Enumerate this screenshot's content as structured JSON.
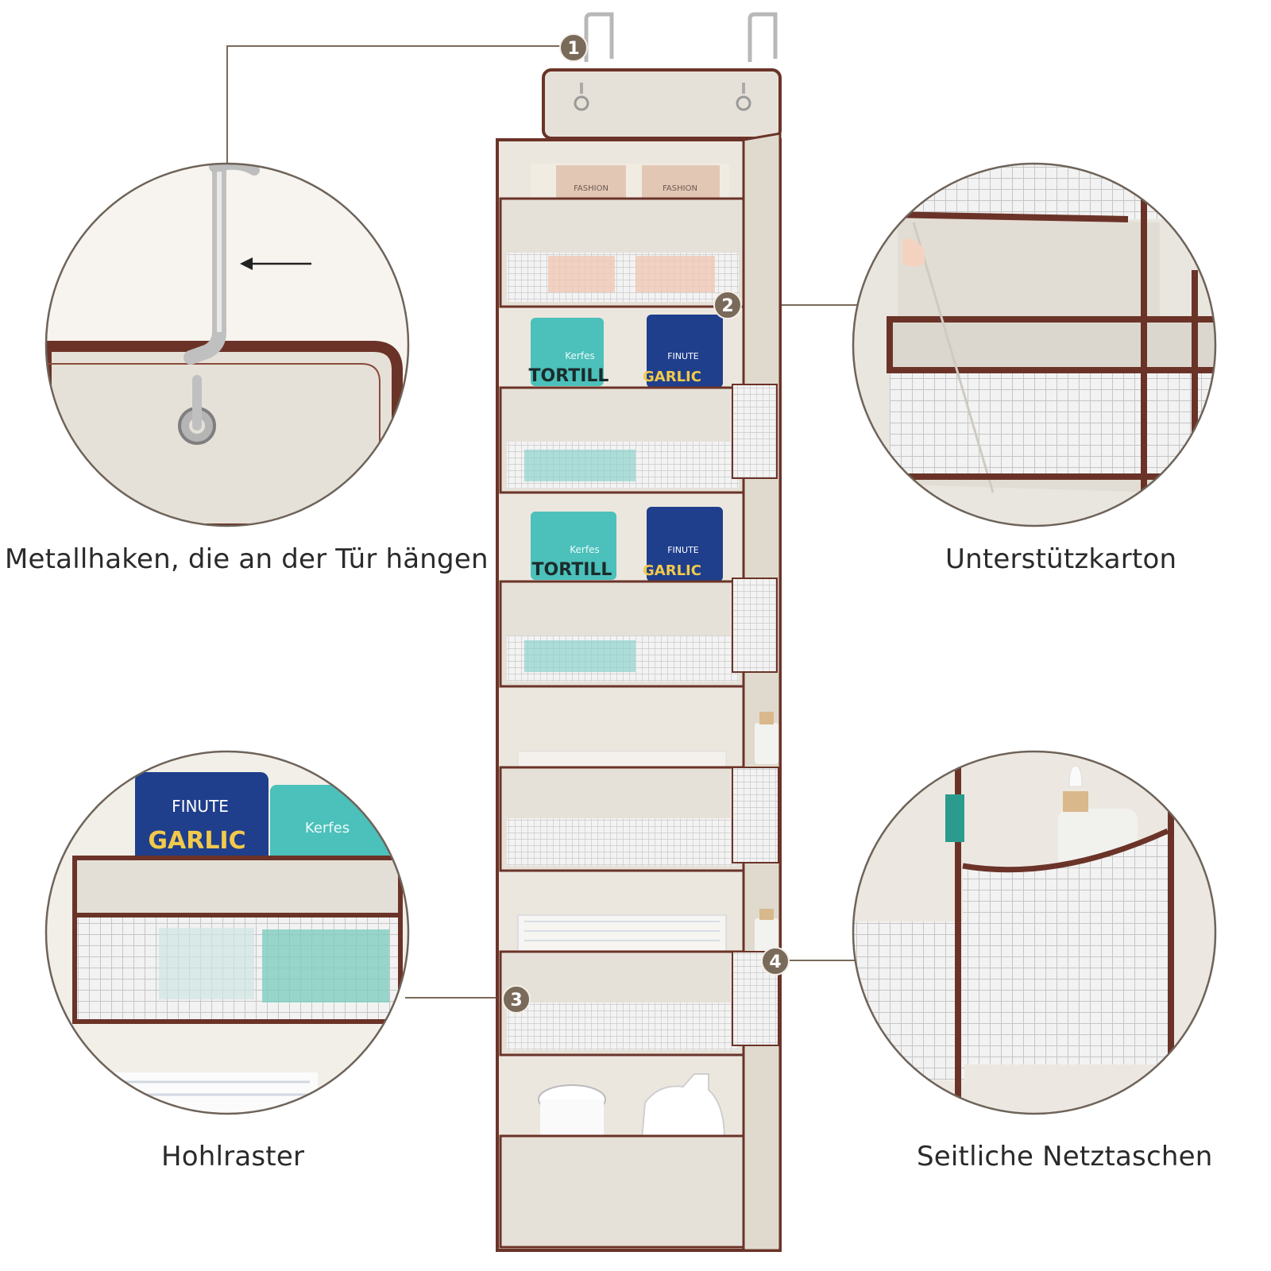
{
  "callouts": [
    {
      "number": "1",
      "caption": "Metallhaken, die an der Tür hängen"
    },
    {
      "number": "2",
      "caption": "Unterstützkarton"
    },
    {
      "number": "3",
      "caption": "Hohlraster"
    },
    {
      "number": "4",
      "caption": "Seitliche Netztaschen"
    }
  ],
  "product_labels": {
    "brand_a": "FINUTE",
    "flavor_a": "GARLIC",
    "brand_b": "Kerfes",
    "product_b": "TORTILL",
    "box_label": "FASHION"
  },
  "colors": {
    "fabric": "#e6e1d8",
    "fabric_dark": "#d8d2c6",
    "trim": "#6b3328",
    "badge": "#7a6a5a",
    "leader": "#7a6a5a",
    "snack_teal": "#4cc0bb",
    "snack_blue": "#1f3f8c"
  },
  "icons": [
    "hook-icon",
    "arrow-left-icon",
    "grommet-icon"
  ]
}
